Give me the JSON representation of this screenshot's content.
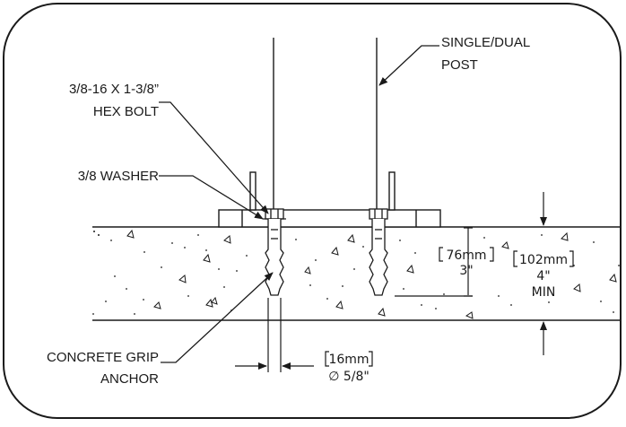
{
  "labels": {
    "post_line1": "SINGLE/DUAL",
    "post_line2": "POST",
    "bolt_line1": "3/8-16 X 1-3/8”",
    "bolt_line2": "HEX BOLT",
    "washer": "3/8 WASHER",
    "anchor_line1": "CONCRETE GRIP",
    "anchor_line2": "ANCHOR"
  },
  "dimensions": {
    "embed_metric": "76mm",
    "embed_imperial": "3\"",
    "slab_metric": "102mm",
    "slab_imperial": "4\"",
    "slab_note": "MIN",
    "anchor_metric": "16mm",
    "anchor_imperial": "∅ 5/8\""
  },
  "colors": {
    "line": "#1a1a1a",
    "background": "#ffffff"
  }
}
